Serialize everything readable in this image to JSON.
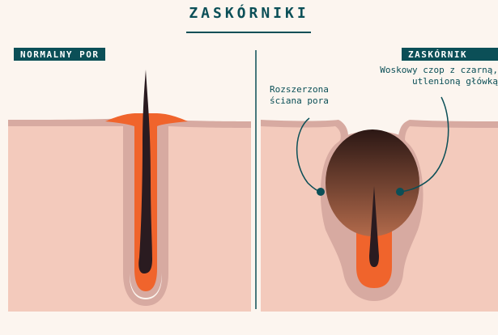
{
  "title": "ZASKÓRNIKI",
  "panels": {
    "left_label": "NORMALNY POR",
    "right_label": "ZASKÓRNIK"
  },
  "callouts": {
    "dilated_wall": "Rozszerzona\nściana pora",
    "plug": "Woskowy czop z czarną,\n utlenioną główką"
  },
  "colors": {
    "teal": "#0b4f57",
    "skin": "#f3cabc",
    "skin_outline": "#d7aaa1",
    "sebum_orange": "#f0642c",
    "hair_dark": "#2a1b20",
    "plug_top": "#2b1714",
    "plug_bottom": "#b26a4b",
    "background": "#fcf5ef"
  }
}
